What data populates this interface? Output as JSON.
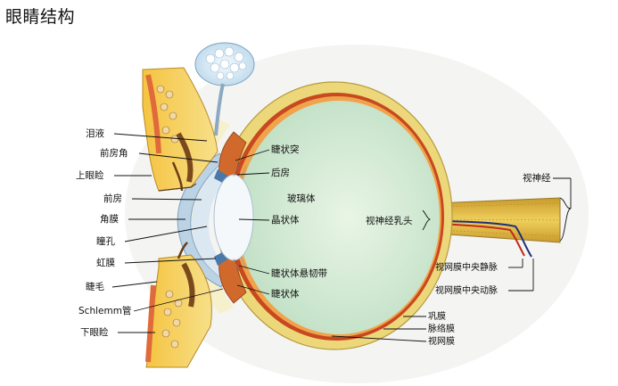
{
  "title": "眼睛结构",
  "labels": {
    "tear_fluid": "泪液",
    "anterior_chamber_angle": "前房角",
    "upper_eyelid": "上眼睑",
    "anterior_chamber": "前房",
    "cornea": "角膜",
    "pupil": "瞳孔",
    "iris": "虹膜",
    "eyelash": "睫毛",
    "schlemm_canal": "Schlemm管",
    "lower_eyelid": "下眼睑",
    "ciliary_process": "睫状突",
    "posterior_chamber": "后房",
    "vitreous_body": "玻璃体",
    "lens": "晶状体",
    "zonule": "睫状体悬韧带",
    "ciliary_body": "睫状体",
    "optic_disc": "视神经乳头",
    "optic_nerve": "视神经",
    "central_retinal_vein": "视网膜中央静脉",
    "central_retinal_artery": "视网膜中央动脉",
    "sclera": "巩膜",
    "choroid": "脉络膜",
    "retina": "视网膜"
  },
  "colors": {
    "sclera": "#ecd87a",
    "choroid": "#c8481f",
    "retina": "#f0a34a",
    "vitreous": "#d6ecd6",
    "lens": "#f4f8fb",
    "cornea": "#bcd3e6",
    "eyelid": "#f2b430",
    "optic_nerve": "#e0b83c"
  }
}
